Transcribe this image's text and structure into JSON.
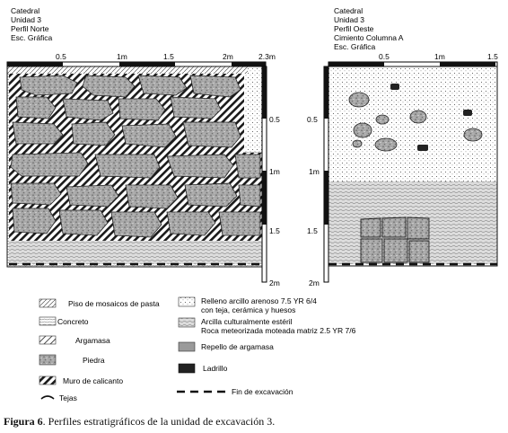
{
  "north": {
    "title": [
      "Catedral",
      "Unidad 3",
      "Perfil Norte",
      "Esc. Gráfica"
    ],
    "top_ticks": [
      "0.5",
      "1m",
      "1.5",
      "2m",
      "2.3m"
    ],
    "side_ticks": [
      "0.5",
      "1m",
      "1.5",
      "2m"
    ]
  },
  "west": {
    "title": [
      "Catedral",
      "Unidad 3",
      "Perfil Oeste",
      "Cimiento Columna A",
      "Esc. Gráfica"
    ],
    "top_ticks": [
      "0.5",
      "1m",
      "1.5"
    ],
    "side_ticks": [
      "0.5",
      "1m",
      "1.5",
      "2m"
    ]
  },
  "legend_left": [
    {
      "key": "mosaic",
      "label": "Piso de mosaicos de pasta"
    },
    {
      "key": "concrete",
      "label": "Concreto"
    },
    {
      "key": "argamasa",
      "label": "Argamasa"
    },
    {
      "key": "stone",
      "label": "Piedra"
    },
    {
      "key": "caliche",
      "label": "Muro de calicanto"
    },
    {
      "key": "tejas",
      "label": "Tejas"
    }
  ],
  "legend_right": [
    {
      "key": "fill",
      "label": "Relleno arcillo arenoso 7.5 YR 6/4",
      "label2": "con teja, cerámica y huesos"
    },
    {
      "key": "clay",
      "label": "Arcilla culturalmente estéril",
      "label2": "Roca meteorizada moteada matriz 2.5 YR 7/6"
    },
    {
      "key": "repello",
      "label": "Repello de argamasa",
      "label2": ""
    },
    {
      "key": "brick",
      "label": "Ladrillo",
      "label2": ""
    },
    {
      "key": "end",
      "label": "Fin de excavación",
      "label2": ""
    }
  ],
  "caption": {
    "bold": "Figura 6",
    "text": ". Perfiles estratigráficos de la unidad de excavación 3."
  }
}
